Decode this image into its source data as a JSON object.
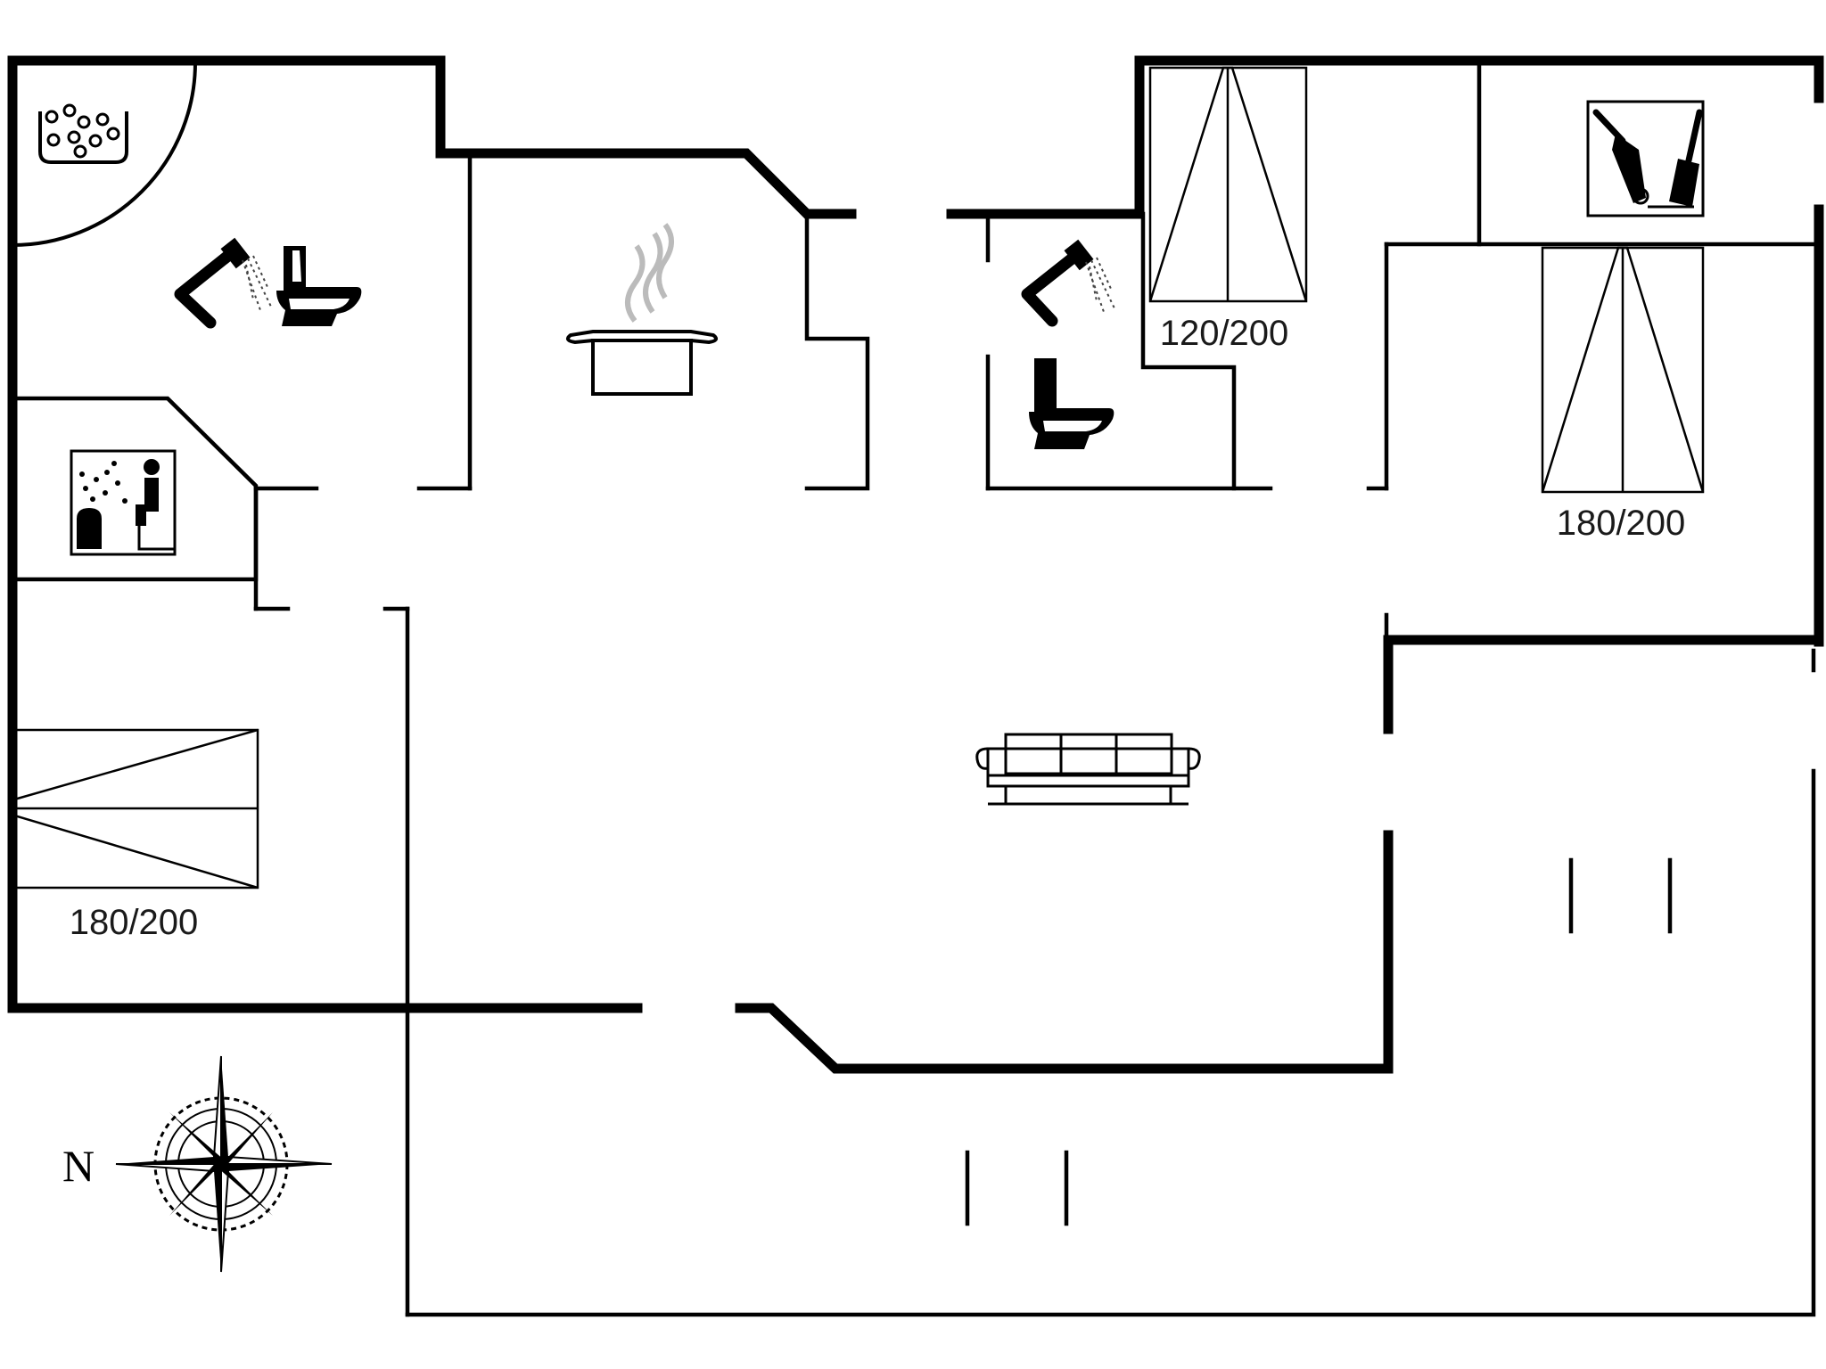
{
  "beds": {
    "west": "180/200",
    "north_small": "120/200",
    "north_east": "180/200"
  },
  "compass": {
    "direction_label": "N"
  },
  "icons": [
    "whirlpool-icon",
    "shower-icon",
    "toilet-icon",
    "sauna-icon",
    "cooking-pot-icon",
    "sofa-icon",
    "utility-room-icon",
    "compass-rose-icon"
  ]
}
